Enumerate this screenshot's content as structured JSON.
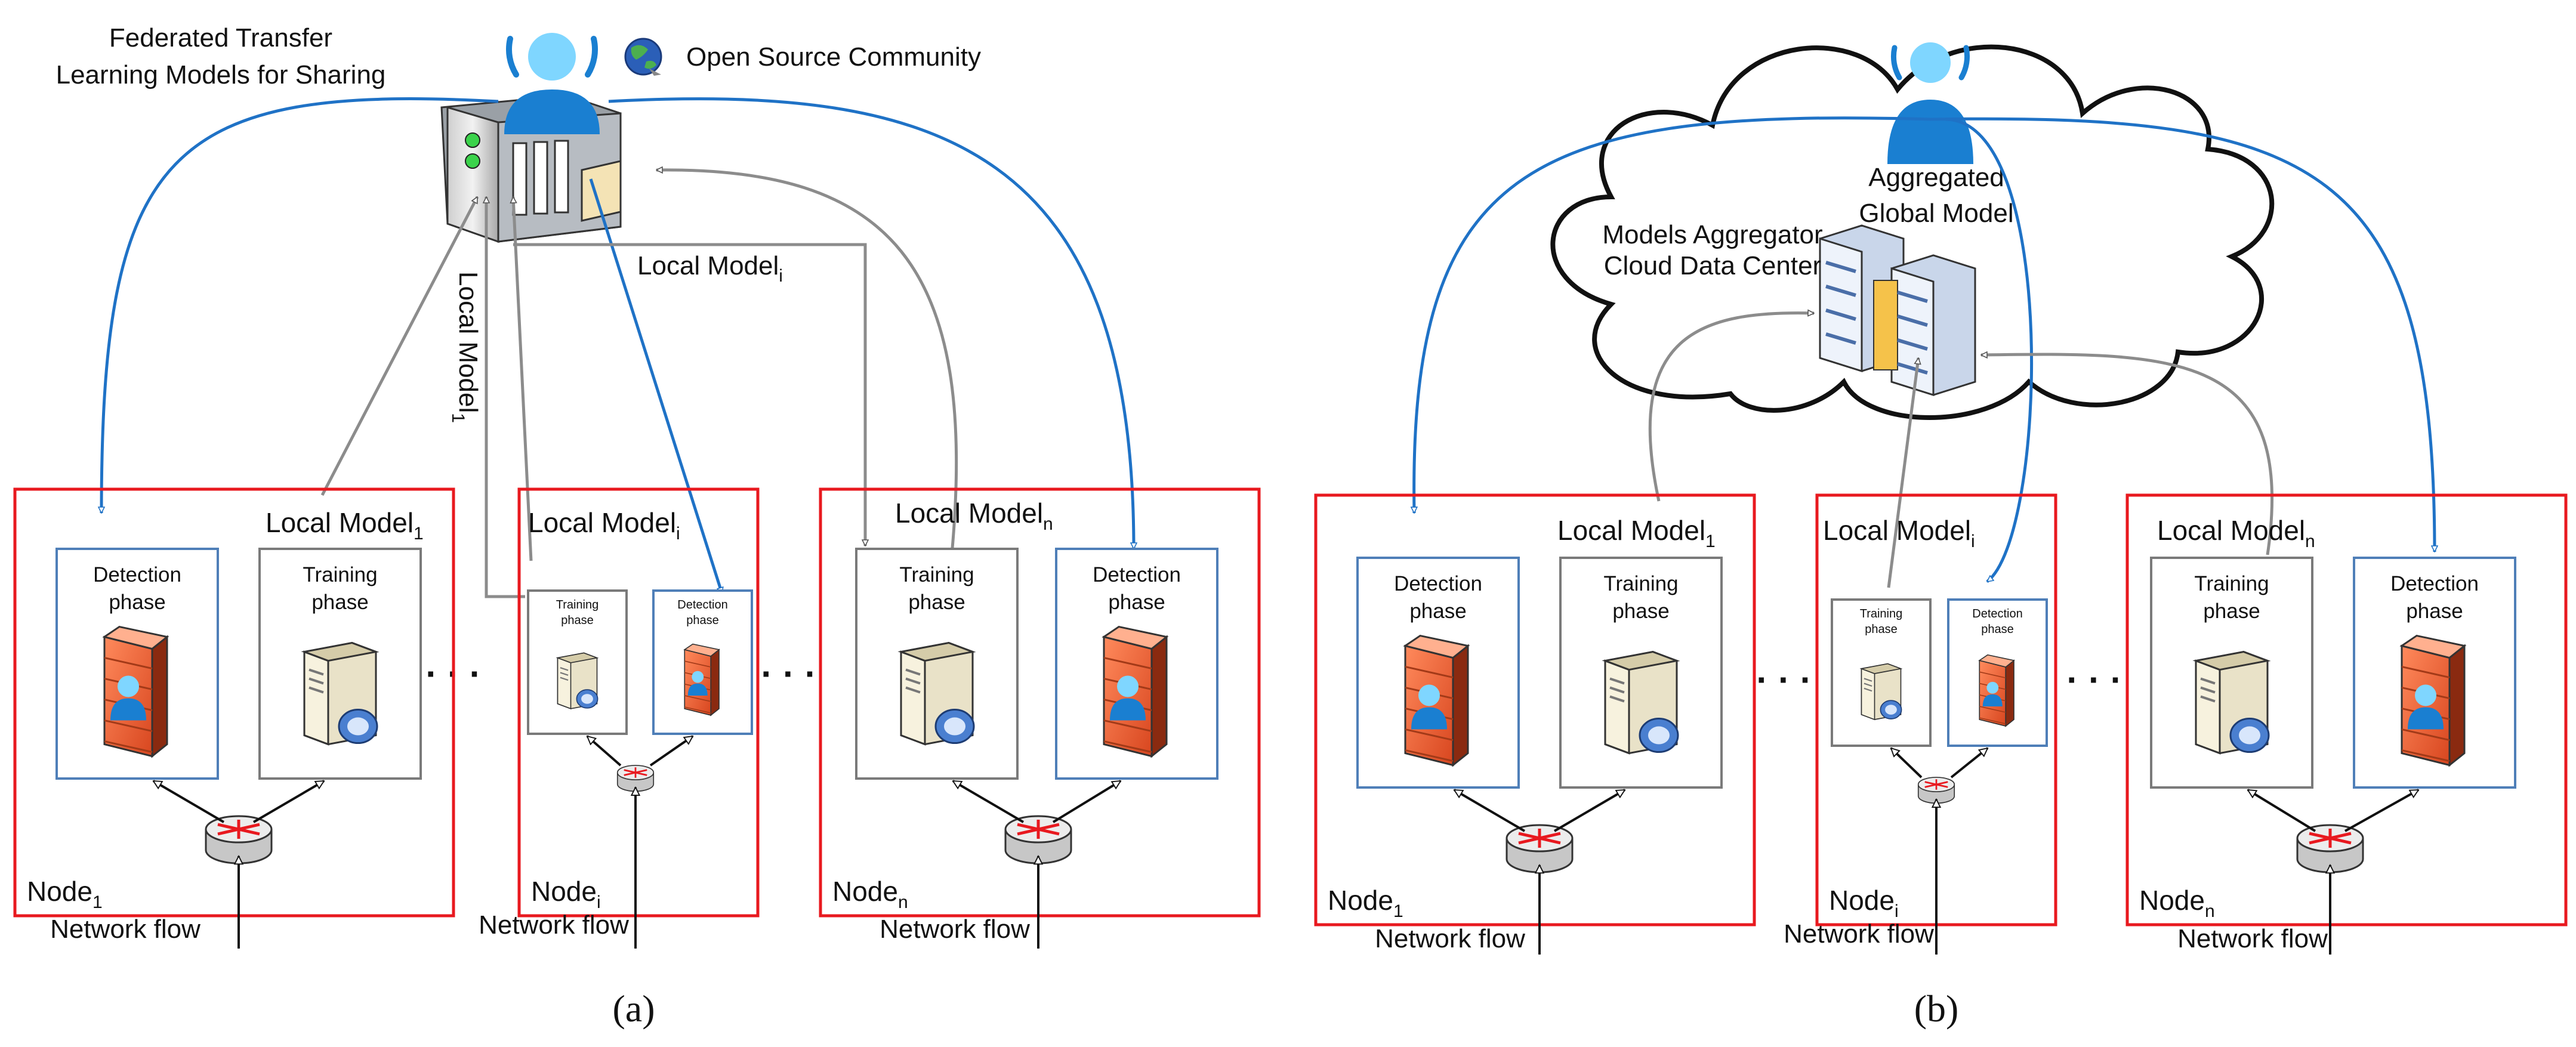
{
  "colors": {
    "node_border": "#e8191f",
    "detection_border": "#4f7fb8",
    "training_border": "#7a7a7a",
    "blue_arrow": "#1f72c6",
    "gray_arrow": "#8c8c8c",
    "person": "#1a7fd1",
    "firewall": "#f06a3c",
    "cloud_fill": "#ffffff"
  },
  "panel_a": {
    "caption": "(a)",
    "server_label_line1": "Federated Transfer",
    "server_label_line2": "Learning Models for Sharing",
    "community_label": "Open Source Community",
    "upload_label_main": "Local Model",
    "upload_label_sub": "i",
    "vertical_label_main": "Local Model",
    "vertical_label_sub": "1",
    "ellipsis": "· · ·",
    "nodes": [
      {
        "model_main": "Local Model",
        "model_sub": "1",
        "node_main": "Node",
        "node_sub": "1",
        "network_flow": "Network flow",
        "left_phase": "Detection\nphase",
        "right_phase": "Training\nphase"
      },
      {
        "model_main": "Local Model",
        "model_sub": "i",
        "node_main": "Node",
        "node_sub": "i",
        "network_flow": "Network flow",
        "left_phase": "Training\nphase",
        "right_phase": "Detection\nphase"
      },
      {
        "model_main": "Local Model",
        "model_sub": "n",
        "node_main": "Node",
        "node_sub": "n",
        "network_flow": "Network flow",
        "left_phase": "Training\nphase",
        "right_phase": "Detection\nphase"
      }
    ]
  },
  "panel_b": {
    "caption": "(b)",
    "cloud_label_line1": "Models Aggregator",
    "cloud_label_line2": "Cloud Data Center",
    "global_label_line1": "Aggregated",
    "global_label_line2": "Global Model",
    "ellipsis": "· · ·",
    "nodes": [
      {
        "model_main": "Local Model",
        "model_sub": "1",
        "node_main": "Node",
        "node_sub": "1",
        "network_flow": "Network flow",
        "left_phase": "Detection\nphase",
        "right_phase": "Training\nphase"
      },
      {
        "model_main": "Local Model",
        "model_sub": "i",
        "node_main": "Node",
        "node_sub": "i",
        "network_flow": "Network flow",
        "left_phase": "Training\nphase",
        "right_phase": "Detection\nphase"
      },
      {
        "model_main": "Local Model",
        "model_sub": "n",
        "node_main": "Node",
        "node_sub": "n",
        "network_flow": "Network flow",
        "left_phase": "Training\nphase",
        "right_phase": "Detection\nphase"
      }
    ]
  }
}
